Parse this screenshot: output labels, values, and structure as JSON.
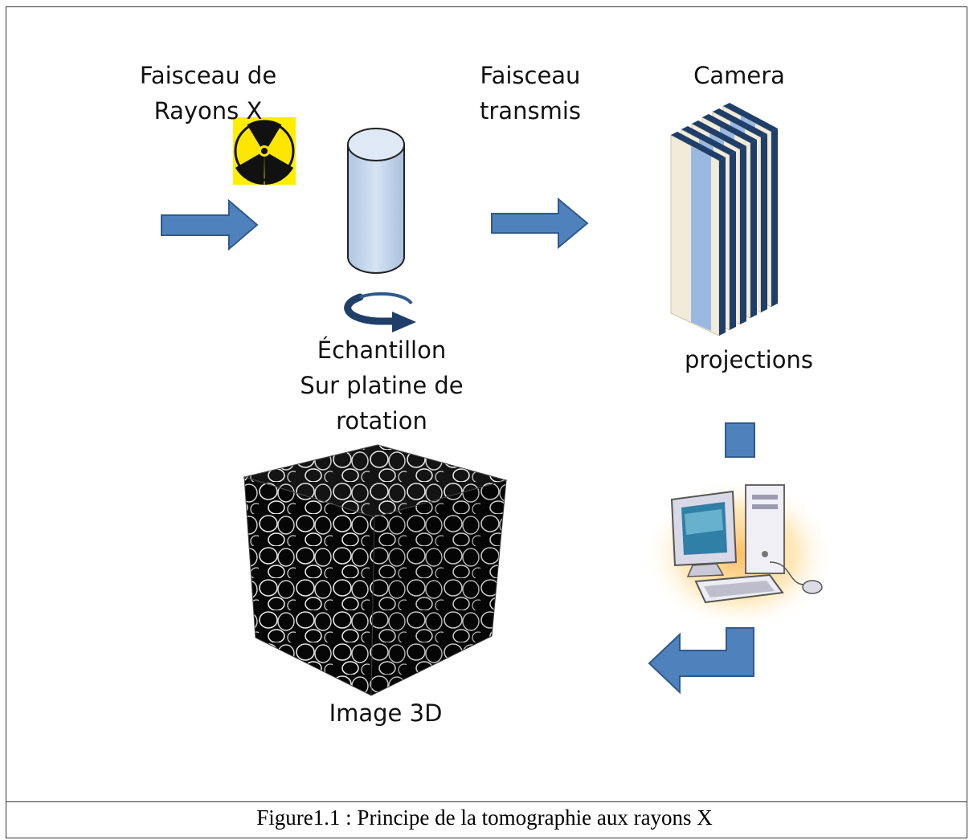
{
  "labels": {
    "beam_line1": "Faisceau de",
    "beam_line2": "Rayons X",
    "transmitted_line1": "Faisceau",
    "transmitted_line2": "transmis",
    "camera": "Camera",
    "sample_line1": "Échantillon",
    "sample_line2": "Sur platine de",
    "sample_line3": "rotation",
    "projections": "projections",
    "image3d": "Image 3D"
  },
  "caption": "Figure1.1 :  Principe de la tomographie aux rayons X",
  "colors": {
    "arrow_fill": "#4f81bd",
    "arrow_stroke": "#2f5a8c",
    "cylinder_fill": "#c6d7ec",
    "radiation_bg": "#ffee00",
    "panel_face": "#f1ecd9",
    "panel_stripe": "#9ab9e2",
    "panel_edge": "#1f3f6a"
  }
}
